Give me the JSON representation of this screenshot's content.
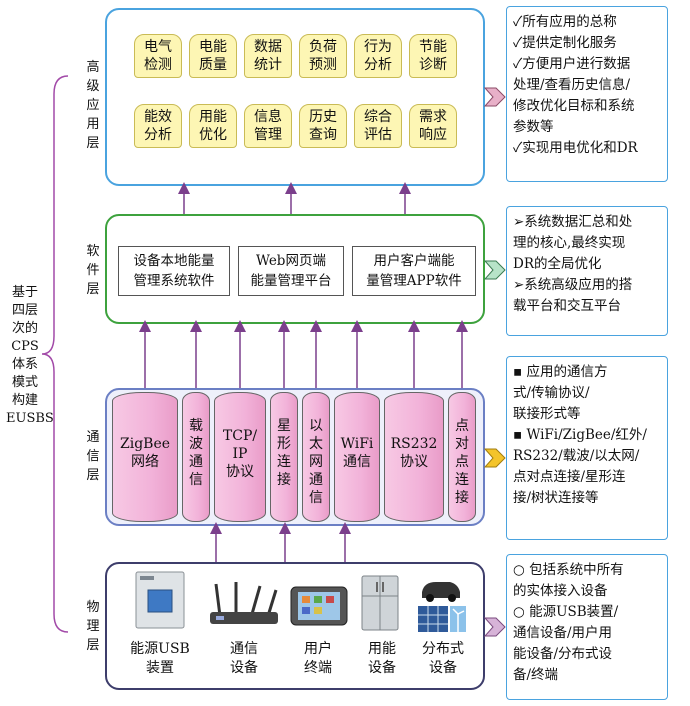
{
  "left_title": [
    "基于",
    "四层",
    "次的",
    "CPS",
    "体系",
    "模式",
    "构建",
    "EUSBS"
  ],
  "layers": {
    "application": {
      "label": "高级应用层"
    },
    "software": {
      "label": "软件层"
    },
    "communication": {
      "label": "通信层"
    },
    "physical": {
      "label": "物理层"
    }
  },
  "app_cards": [
    [
      "电气",
      "检测"
    ],
    [
      "电能",
      "质量"
    ],
    [
      "数据",
      "统计"
    ],
    [
      "负荷",
      "预测"
    ],
    [
      "行为",
      "分析"
    ],
    [
      "节能",
      "诊断"
    ],
    [
      "能效",
      "分析"
    ],
    [
      "用能",
      "优化"
    ],
    [
      "信息",
      "管理"
    ],
    [
      "历史",
      "查询"
    ],
    [
      "综合",
      "评估"
    ],
    [
      "需求",
      "响应"
    ]
  ],
  "software_cards": [
    [
      "设备本地能量",
      "管理系统软件"
    ],
    [
      "Web网页端",
      "能量管理平台"
    ],
    [
      "用户客户端能",
      "量管理APP软件"
    ]
  ],
  "comm_cylinders": [
    [
      "ZigBee",
      "网络"
    ],
    [
      "载",
      "波",
      "通",
      "信"
    ],
    [
      "TCP/",
      "IP",
      "协议"
    ],
    [
      "星",
      "形",
      "连",
      "接"
    ],
    [
      "以",
      "太",
      "网",
      "通",
      "信"
    ],
    [
      "WiFi",
      "通信"
    ],
    [
      "RS232",
      "协议"
    ],
    [
      "点",
      "对",
      "点",
      "连",
      "接"
    ]
  ],
  "devices": [
    [
      "能源USB",
      "装置"
    ],
    [
      "通信",
      "设备"
    ],
    [
      "用户",
      "终端"
    ],
    [
      "用能",
      "设备"
    ],
    [
      "分布式",
      "设备"
    ]
  ],
  "notes": {
    "application": [
      "✓所有应用的总称",
      "✓提供定制化服务",
      "✓方便用户进行数据",
      "处理/查看历史信息/",
      "修改优化目标和系统",
      "参数等",
      "✓实现用电优化和DR"
    ],
    "software": [
      "➢系统数据汇总和处",
      "理的核心,最终实现",
      "DR的全局优化",
      "➢系统高级应用的搭",
      "载平台和交互平台"
    ],
    "communication": [
      "▪ 应用的通信方",
      "式/传输协议/",
      "联接形式等",
      "▪ WiFi/ZigBee/红外/",
      "RS232/载波/以太网/",
      "点对点连接/星形连",
      "接/树状连接等"
    ],
    "physical": [
      "○ 包括系统中所有",
      "的实体接入设备",
      "○ 能源USB装置/",
      "通信设备/用户用",
      "能设备/分布式设",
      "备/终端"
    ]
  },
  "colors": {
    "application_border": "#4aa3df",
    "software_border": "#3da23d",
    "communication_border": "#6b7fc4",
    "physical_border": "#3d3d6b",
    "card_fill": "#fdf6b4",
    "cylinder_fill": "#f2b2d9",
    "arrow": "#7b3f8c",
    "brace": "#a24aa8"
  }
}
